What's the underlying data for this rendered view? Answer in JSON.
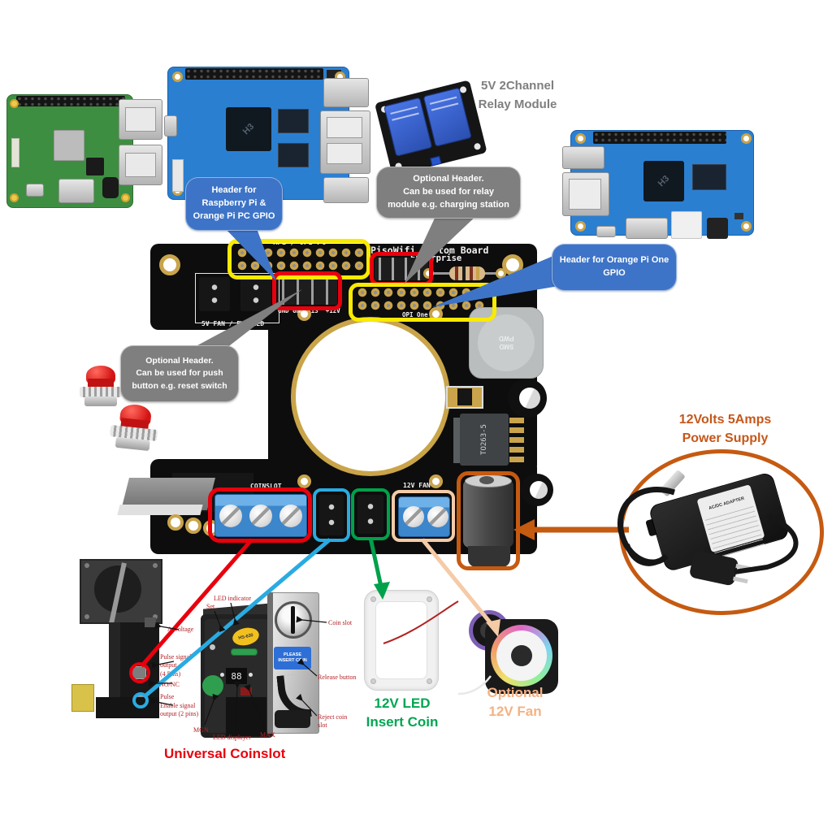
{
  "top": {
    "relay_label": "5V 2Channel\nRelay Module"
  },
  "callouts": {
    "rpi": "Header for\nRaspberry Pi &\nOrange Pi PC GPIO",
    "relay": "Optional Header.\nCan be used for relay\nmodule e.g. charging station",
    "opi_one": "Header for Orange Pi One\nGPIO",
    "push": "Optional Header.\nCan be used for push\nbutton e.g. reset switch"
  },
  "board": {
    "title": "PisoWifi Custom Board",
    "subtitle": "Enterprise",
    "silk_rpi": "RPI / OPI PC",
    "silk_gnd": "GND GND  13  +12V",
    "silk_fan_led": "5V FAN / PWR LED",
    "silk_coinslot": "COINSLOT",
    "silk_12vfan": "12V FAN",
    "silk_opi_one": "OPI One",
    "chip_to263": "TO263-5",
    "chip_smd": "SMD\nPWD"
  },
  "chips": {
    "h3": "H3"
  },
  "coinslot": {
    "title": "Universal Coinslot",
    "a_voltage": "A/Voltage",
    "pulse_output": "Pulse signal\noutput\n(4 Pins)",
    "no_nc": "NO/NC",
    "pulse": "Pulse",
    "enable": "Enable signal\noutput (2 pins)",
    "set": "Set",
    "led_indicator": "LED indicator",
    "mgn": "MGN",
    "led_displayer": "LED displayer",
    "max": "MAX",
    "coin_slot": "Coin slot",
    "release_button": "Release button",
    "reject_slot": "Reject coin\nslot",
    "sticker": "HS-630",
    "display": "88",
    "insert_sticker": "PLEASE\nINSERT COIN"
  },
  "annotations": {
    "led_insert": "12V LED\nInsert Coin",
    "fan": "Optional\n12V Fan",
    "power": "12Volts 5Amps\nPower Supply"
  },
  "power_supply": {
    "label": "AC/DC ADAPTER"
  },
  "colors": {
    "annot_red": "#e8000d",
    "annot_yellow": "#f8ea00",
    "annot_green": "#00a14b",
    "annot_blue": "#29abe2",
    "annot_peach": "#f5cba7",
    "annot_orange": "#c55a11",
    "callout_blue": "#3e74c7",
    "callout_gray": "#7f7f7f",
    "text_green": "#00a651",
    "text_pale_orange": "#f5b183",
    "text_red": "#e8000d",
    "text_gray": "#7f7f7f"
  }
}
